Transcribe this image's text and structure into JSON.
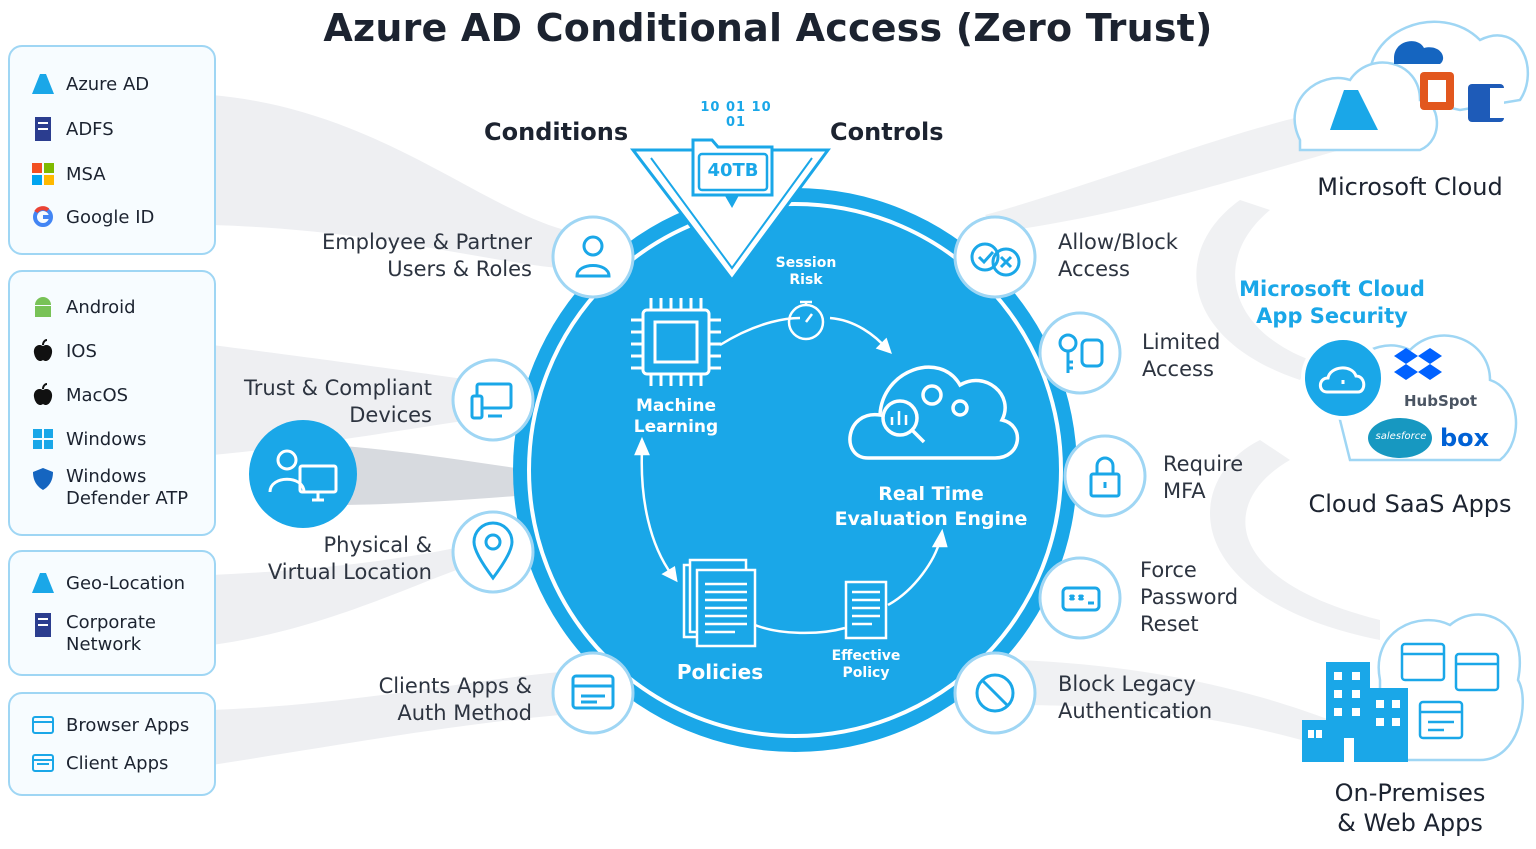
{
  "title": "Azure AD Conditional Access (Zero Trust)",
  "conditions_label": "Conditions",
  "controls_label": "Controls",
  "data_badge": "40TB",
  "data_bits": "10 01 10 01",
  "identity_box": [
    "Azure AD",
    "ADFS",
    "MSA",
    "Google ID"
  ],
  "device_box": [
    "Android",
    "IOS",
    "MacOS",
    "Windows",
    "Windows",
    "Defender ATP"
  ],
  "location_box": [
    "Geo-Location",
    "Corporate",
    "Network"
  ],
  "apps_box": [
    "Browser Apps",
    "Client Apps"
  ],
  "conditions": [
    {
      "line1": "Employee & Partner",
      "line2": "Users & Roles"
    },
    {
      "line1": "Trust & Compliant",
      "line2": "Devices"
    },
    {
      "line1": "Physical &",
      "line2": "Virtual Location"
    },
    {
      "line1": "Clients Apps &",
      "line2": "Auth Method"
    }
  ],
  "controls": [
    {
      "line1": "Allow/Block",
      "line2": "Access"
    },
    {
      "line1": "Limited",
      "line2": "Access"
    },
    {
      "line1": "Require",
      "line2": "MFA"
    },
    {
      "line1": "Force",
      "line2": "Password",
      "line3": "Reset"
    },
    {
      "line1": "Block Legacy",
      "line2": "Authentication"
    }
  ],
  "engine": {
    "ml_line1": "Machine",
    "ml_line2": "Learning",
    "session_line1": "Session",
    "session_line2": "Risk",
    "rte_line1": "Real Time",
    "rte_line2": "Evaluation Engine",
    "policies": "Policies",
    "eff_line1": "Effective",
    "eff_line2": "Policy"
  },
  "right": {
    "microsoft_cloud": "Microsoft Cloud",
    "mcas_line1": "Microsoft Cloud",
    "mcas_line2": "App Security",
    "hubspot": "HubSpot",
    "salesforce": "salesforce",
    "box": "box",
    "saas": "Cloud SaaS Apps",
    "onprem_line1": "On-Premises",
    "onprem_line2": "& Web Apps"
  },
  "colors": {
    "accent": "#1aa7e8",
    "ring": "#9fd6f4",
    "text": "#1c2330",
    "connector": "#eeeff1"
  }
}
